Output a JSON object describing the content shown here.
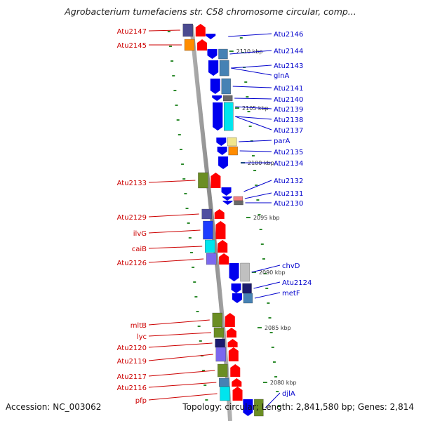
{
  "title": "Agrobacterium tumefaciens str. C58 chromosome circular, comp...",
  "accession": "Accession: NC_003062",
  "summary": "Topology: circular; Length: 2,841,580 bp; Genes: 2,814",
  "colors": {
    "left_label": "#cc0000",
    "right_label": "#0000cc",
    "left_arrow": "#ff0000",
    "right_arrow": "#0000ee",
    "backbone": "#888888",
    "tick": "#2e8b2e"
  },
  "kbp_labels": [
    "2110 kbp",
    "2105 kbp",
    "2100 kbp",
    "2095 kbp",
    "2090 kbp",
    "2085 kbp",
    "2080 kbp"
  ],
  "left_genes": [
    {
      "name": "Atu2147",
      "cog": "#4b4b8f"
    },
    {
      "name": "Atu2145",
      "cog": "#ff8c00"
    },
    {
      "name": "Atu2133",
      "cog": "#6b8e23"
    },
    {
      "name": "Atu2129",
      "cog": "#5050a0"
    },
    {
      "name": "ilvG",
      "cog": "#1e3cff"
    },
    {
      "name": "caiB",
      "cog": "#00e5ee"
    },
    {
      "name": "Atu2126",
      "cog": "#7b68ee"
    },
    {
      "name": "mltB",
      "cog": "#6b8e23"
    },
    {
      "name": "lyc",
      "cog": "#6b8e23"
    },
    {
      "name": "Atu2120",
      "cog": "#1a1a6e"
    },
    {
      "name": "Atu2119",
      "cog": "#7b68ee"
    },
    {
      "name": "Atu2117",
      "cog": "#6b8e23"
    },
    {
      "name": "Atu2116",
      "cog": "#4682b4"
    },
    {
      "name": "pfp",
      "cog": "#00e5ee"
    }
  ],
  "right_genes": [
    {
      "name": "Atu2146",
      "cog": ""
    },
    {
      "name": "Atu2144",
      "cog": "#4682b4"
    },
    {
      "name": "Atu2143",
      "cog": "#4682b4"
    },
    {
      "name": "glnA",
      "cog": "#4682b4"
    },
    {
      "name": "Atu2141",
      "cog": "#4682b4"
    },
    {
      "name": "Atu2140",
      "cog": "#696969"
    },
    {
      "name": "Atu2139",
      "cog": "#00e5ee"
    },
    {
      "name": "Atu2138",
      "cog": "#00e5ee"
    },
    {
      "name": "Atu2137",
      "cog": "#00e5ee"
    },
    {
      "name": "parA",
      "cog": "#f0e68c"
    },
    {
      "name": "Atu2135",
      "cog": "#ff8c00"
    },
    {
      "name": "Atu2134",
      "cog": ""
    },
    {
      "name": "Atu2132",
      "cog": ""
    },
    {
      "name": "Atu2131",
      "cog": "#f08080"
    },
    {
      "name": "Atu2130",
      "cog": "#696969"
    },
    {
      "name": "chvD",
      "cog": "#c0c0c0"
    },
    {
      "name": "Atu2124",
      "cog": "#1a1a6e"
    },
    {
      "name": "metF",
      "cog": "#4682b4"
    },
    {
      "name": "djlA",
      "cog": "#6b8e23"
    }
  ]
}
